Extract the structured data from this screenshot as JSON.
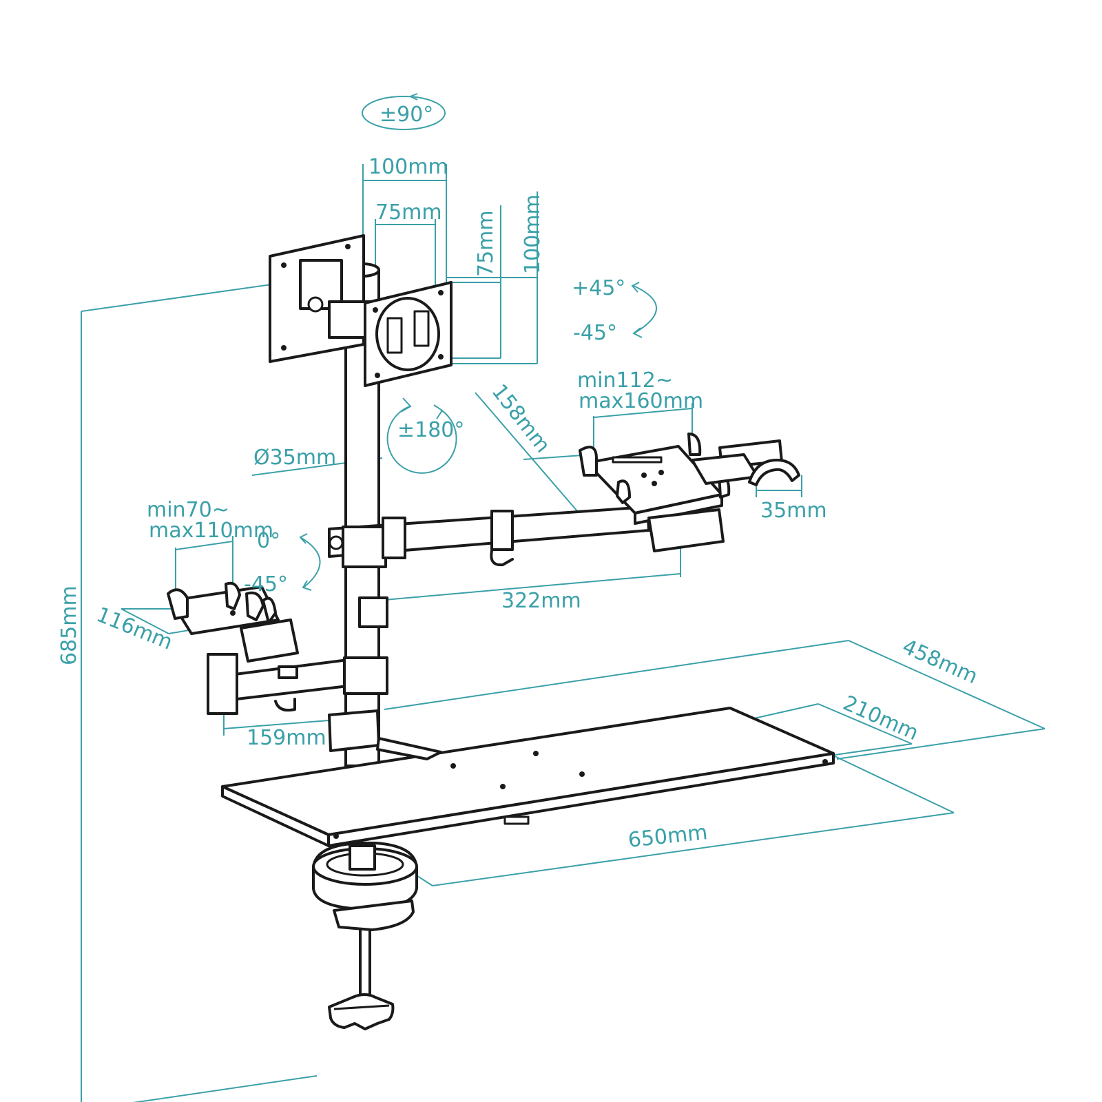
{
  "labels": {
    "rot_90": "±90°",
    "vesa_100_w": "100mm",
    "vesa_75_w": "75mm",
    "vesa_75_h": "75mm",
    "vesa_100_h": "100mm",
    "tilt_plus_45": "+45°",
    "tilt_minus_45": "-45°",
    "rot_180": "±180°",
    "arm_158": "158mm",
    "laptop_min": "min112~",
    "laptop_max": "max160mm",
    "pole_diameter": "Ø35mm",
    "phone_35": "35mm",
    "tablet_min": "min70~",
    "tablet_max": "max110mm",
    "tilt_0": "0°",
    "tilt_minus_45_low": "-45°",
    "arm_322": "322mm",
    "depth_116": "116mm",
    "height_685": "685mm",
    "tray_458": "458mm",
    "tray_210": "210mm",
    "arm_159": "159mm",
    "tray_650": "650mm"
  },
  "colors": {
    "dimension": "#3aa0a8",
    "ink": "#1a1a1a"
  }
}
